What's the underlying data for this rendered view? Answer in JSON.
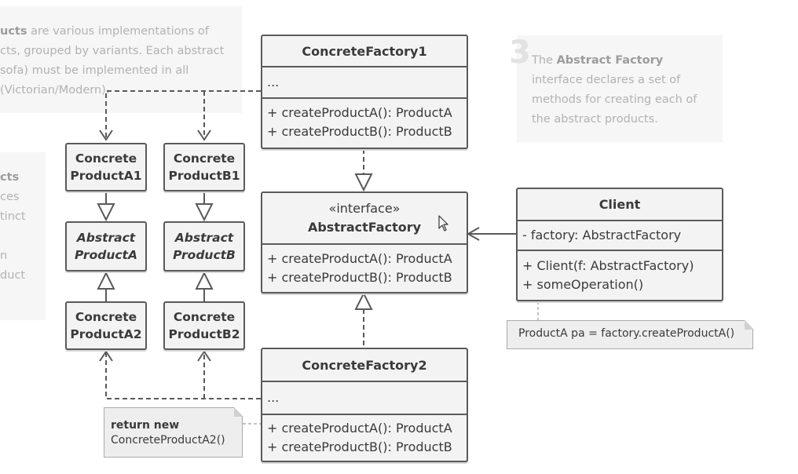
{
  "notes_background": {
    "top_left": {
      "bold": "ucts",
      "text": " are various implementations of",
      "lines": [
        "cts, grouped by variants. Each abstract",
        "sofa) must be implemented in all",
        "(Victorian/Modern)."
      ]
    },
    "mid_left": {
      "bold": "cts",
      "lines": [
        "ces",
        "tinct",
        "",
        "n",
        "duct"
      ]
    },
    "top_right": {
      "number": "3",
      "pre": "The ",
      "bold": "Abstract Factory",
      "post": " interface declares a set of methods for creating each of the abstract products."
    }
  },
  "products": {
    "a1": [
      "Concrete",
      "ProductA1"
    ],
    "b1": [
      "Concrete",
      "ProductB1"
    ],
    "abstract_a": [
      "Abstract",
      "ProductA"
    ],
    "abstract_b": [
      "Abstract",
      "ProductB"
    ],
    "a2": [
      "Concrete",
      "ProductA2"
    ],
    "b2": [
      "Concrete",
      "ProductB2"
    ]
  },
  "concrete_factory_1": {
    "name": "ConcreteFactory1",
    "fields": "...",
    "methods": [
      "+ createProductA(): ProductA",
      "+ createProductB(): ProductB"
    ]
  },
  "abstract_factory": {
    "stereotype": "«interface»",
    "name": "AbstractFactory",
    "methods": [
      "+ createProductA(): ProductA",
      "+ createProductB(): ProductB"
    ]
  },
  "concrete_factory_2": {
    "name": "ConcreteFactory2",
    "fields": "...",
    "methods": [
      "+ createProductA(): ProductA",
      "+ createProductB(): ProductB"
    ]
  },
  "client": {
    "name": "Client",
    "fields": "- factory: AbstractFactory",
    "methods": [
      "+ Client(f: AbstractFactory)",
      "+ someOperation()"
    ]
  },
  "client_note": "ProductA pa = factory.createProductA()",
  "factory2_note": {
    "bold": "return new",
    "text": "ConcreteProductA2()"
  },
  "colors": {
    "line": "#5a5a5a",
    "box_fill": "#f3f3f3",
    "note_fill": "#eeeeee",
    "background_note_fill": "#f6f6f6"
  }
}
